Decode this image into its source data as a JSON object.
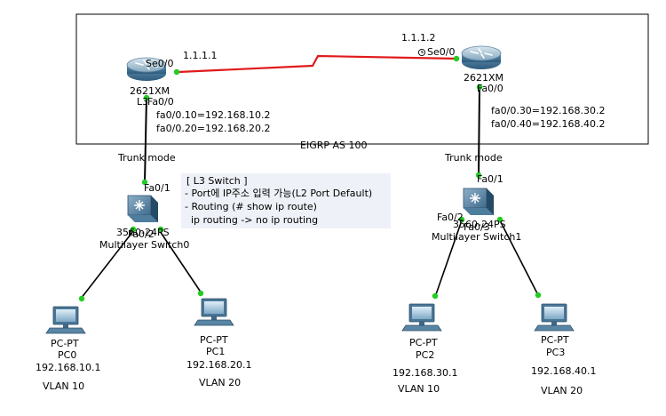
{
  "area": {
    "label": "EIGRP AS 100"
  },
  "routers": [
    {
      "id": "r0",
      "model": "2621XM",
      "name": "L3",
      "serial_port": "Se0/0",
      "serial_ip": "1.1.1.1",
      "fa_port": "Fa0/0",
      "subifs": [
        "fa0/0.10=192.168.10.2",
        "fa0/0.20=192.168.20.2"
      ]
    },
    {
      "id": "r1",
      "model": "2621XM",
      "name": "",
      "serial_port": "Se0/0",
      "serial_ip": "1.1.1.2",
      "fa_port": "Fa0/0",
      "subifs": [
        "fa0/0.30=192.168.30.2",
        "fa0/0.40=192.168.40.2"
      ]
    }
  ],
  "trunk_label": "Trunk mode",
  "switches": [
    {
      "id": "s0",
      "model": "3560-24PS",
      "name": "Multilayer Switch0",
      "up_port": "Fa0/1",
      "p1": "Fa0/2",
      "p2": "Fa0/3"
    },
    {
      "id": "s1",
      "model": "3560-24PS",
      "name": "Multilayer Switch1",
      "up_port": "Fa0/1",
      "p1": "Fa0/2",
      "p2": "Fa0/3"
    }
  ],
  "pcs": [
    {
      "type": "PC-PT",
      "name": "PC0",
      "ip": "192.168.10.1",
      "vlan": "VLAN 10"
    },
    {
      "type": "PC-PT",
      "name": "PC1",
      "ip": "192.168.20.1",
      "vlan": "VLAN 20"
    },
    {
      "type": "PC-PT",
      "name": "PC2",
      "ip": "192.168.30.1",
      "vlan": "VLAN 10"
    },
    {
      "type": "PC-PT",
      "name": "PC3",
      "ip": "192.168.40.1",
      "vlan": "VLAN 20"
    }
  ],
  "note": {
    "lines": [
      "[ L3 Switch ]",
      "- Port에 IP주소 입력 가능(L2 Port Default)",
      "- Routing (# show ip route)",
      "  ip routing -> no ip routing"
    ]
  },
  "colors": {
    "serial_link": "#e01b1b",
    "ethernet_link": "#000000",
    "link_up": "#22cc22",
    "note_bg": "#eef1f8",
    "device_blue": "#3b6f96"
  }
}
